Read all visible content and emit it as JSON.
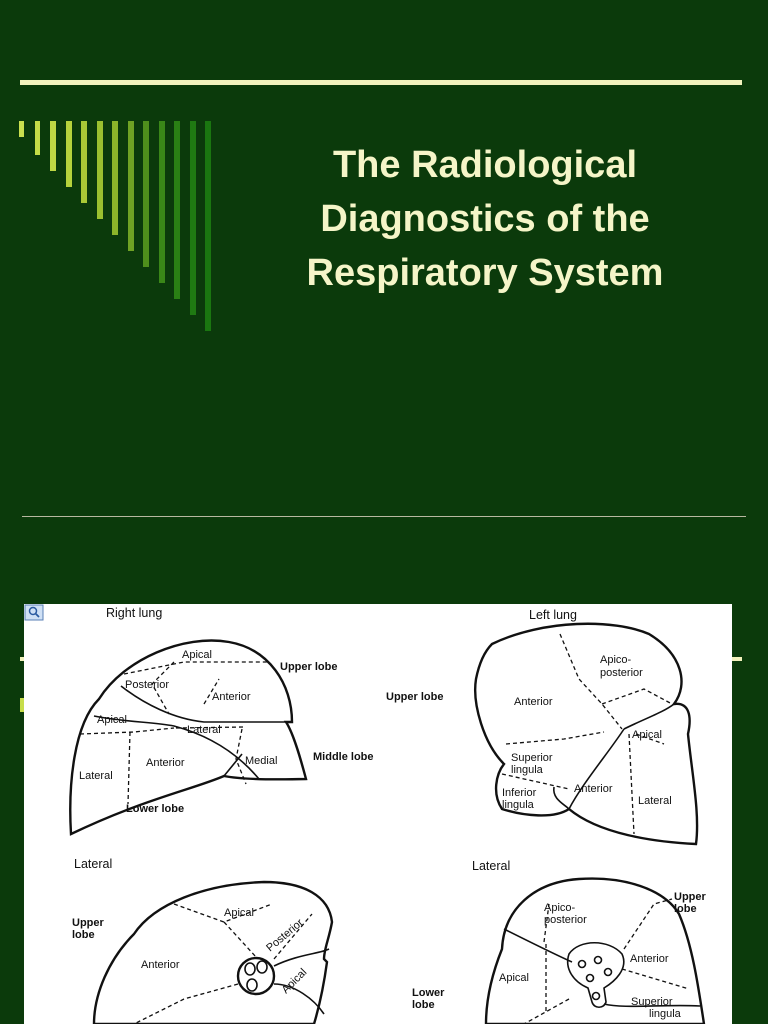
{
  "slide": {
    "title_lines": [
      "The Radiological",
      "Diagnostics of the",
      "Respiratory System"
    ]
  },
  "colors": {
    "background": "#0b3a0b",
    "title": "#f5f5c8",
    "rule": "#f2f2bd"
  },
  "figure": {
    "magnifier_icon": "magnifier-icon",
    "right_lung": {
      "heading": "Right lung",
      "apical": "Apical",
      "upper_lobe": "Upper lobe",
      "posterior": "Posterior",
      "anterior": "Anterior",
      "apical2": "Apical",
      "lateral": "Lateral",
      "anterior2": "Anterior",
      "medial": "Medial",
      "middle_lobe": "Middle lobe",
      "lateral2": "Lateral",
      "lower_lobe": "Lower lobe"
    },
    "left_lung": {
      "heading": "Left lung",
      "apico": "Apico-",
      "posterior": "posterior",
      "upper_lobe": "Upper lobe",
      "anterior": "Anterior",
      "apical": "Apical",
      "superior": "Superior",
      "lingula": "lingula",
      "inferior": "Inferior",
      "lingula2": "lingula",
      "anterior2": "Anterior",
      "lateral": "Lateral"
    },
    "right_lateral": {
      "heading": "Lateral",
      "upper": "Upper",
      "lobe": "lobe",
      "apical": "Apical",
      "posterior": "Posterior",
      "anterior": "Anterior",
      "apical2": "Apical"
    },
    "left_lateral": {
      "heading": "Lateral",
      "upper": "Upper",
      "lobe": "lobe",
      "apico": "Apico-",
      "posterior": "posterior",
      "anterior": "Anterior",
      "apical": "Apical",
      "lower": "Lower",
      "lobe2": "lobe",
      "superior": "Superior",
      "lingula": "lingula"
    }
  }
}
